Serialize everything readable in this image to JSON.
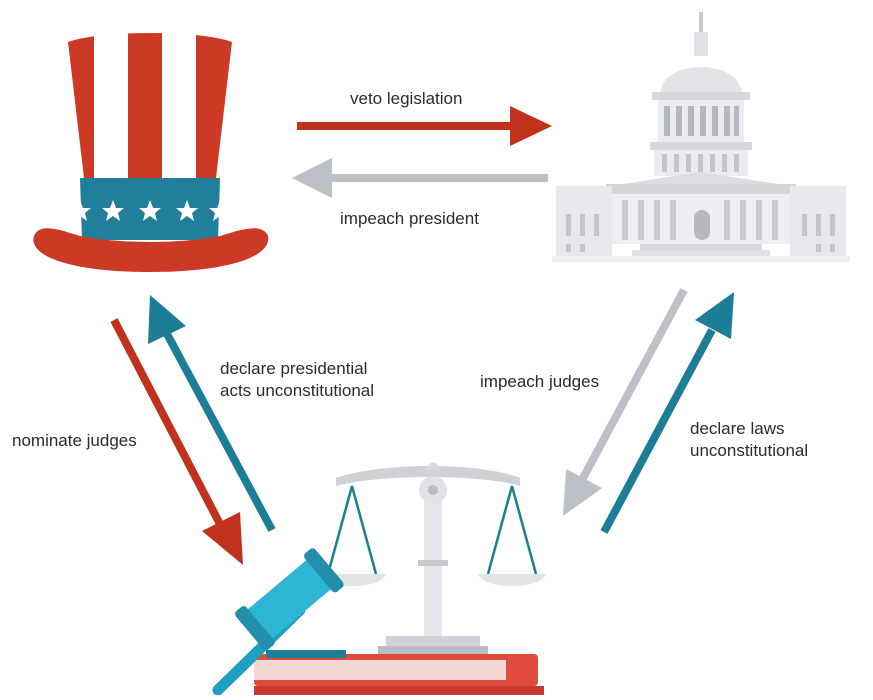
{
  "labels": {
    "veto": "veto legislation",
    "impeach_president": "impeach president",
    "declare_presidential": [
      "declare presidential",
      "acts unconstitutional"
    ],
    "nominate_judges": "nominate judges",
    "impeach_judges": "impeach judges",
    "declare_laws": [
      "declare laws",
      "unconstitutional"
    ]
  },
  "icons": {
    "executive": "uncle-sam-hat-icon",
    "legislative": "capitol-building-icon",
    "judicial": "scales-of-justice-icon",
    "gavel": "gavel-icon",
    "book": "law-book-icon"
  },
  "colors": {
    "red": "#c0321e",
    "teal": "#1c7d97",
    "gray": "#bdc0c6",
    "hat_red": "#cc3a26",
    "hat_blue": "#217f9b",
    "building": "#e6e7eb",
    "building_dark": "#b5b8bf",
    "gavel": "#2db5d6",
    "book": "#e04b3e"
  }
}
